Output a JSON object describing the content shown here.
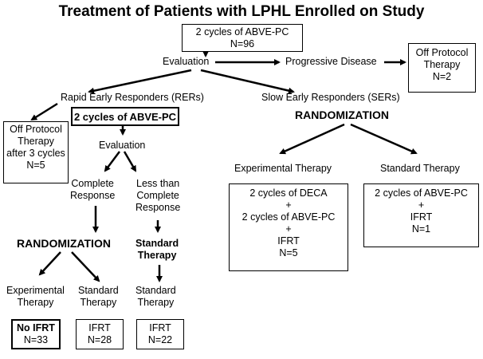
{
  "title": "Treatment of Patients with LPHL Enrolled on Study",
  "start_box": {
    "line1": "2 cycles of ABVE-PC",
    "line2": "N=96"
  },
  "evaluation_top": "Evaluation",
  "progressive_disease": "Progressive Disease",
  "off_protocol_pd": {
    "line1": "Off Protocol",
    "line2": "Therapy",
    "line3": "N=2"
  },
  "rer_label": "Rapid Early Responders (RERs)",
  "ser_label": "Slow Early Responders (SERs)",
  "off_protocol_rer": {
    "line1": "Off Protocol",
    "line2": "Therapy",
    "line3": "after 3 cycles",
    "line4": "N=5"
  },
  "rer_box": "2 cycles of ABVE-PC",
  "evaluation_rer": "Evaluation",
  "complete_response": {
    "line1": "Complete",
    "line2": "Response"
  },
  "less_than_complete": {
    "line1": "Less than",
    "line2": "Complete",
    "line3": "Response"
  },
  "randomization_rer": "RANDOMIZATION",
  "standard_therapy_bold": {
    "line1": "Standard",
    "line2": "Therapy"
  },
  "rer_exp_therapy": {
    "line1": "Experimental",
    "line2": "Therapy"
  },
  "rer_std_therapy": {
    "line1": "Standard",
    "line2": "Therapy"
  },
  "lcr_std_therapy": {
    "line1": "Standard",
    "line2": "Therapy"
  },
  "no_ifrt_box": {
    "line1": "No IFRT",
    "line2": "N=33"
  },
  "ifrt_28_box": {
    "line1": "IFRT",
    "line2": "N=28"
  },
  "ifrt_22_box": {
    "line1": "IFRT",
    "line2": "N=22"
  },
  "randomization_ser": "RANDOMIZATION",
  "ser_exp_label": "Experimental Therapy",
  "ser_std_label": "Standard Therapy",
  "ser_exp_box": {
    "line1": "2 cycles of DECA",
    "line2": "+",
    "line3": "2 cycles of ABVE-PC",
    "line4": "+",
    "line5": "IFRT",
    "line6": "N=5"
  },
  "ser_std_box": {
    "line1": "2 cycles of ABVE-PC",
    "line2": "+",
    "line3": "IFRT",
    "line4": "N=1"
  }
}
